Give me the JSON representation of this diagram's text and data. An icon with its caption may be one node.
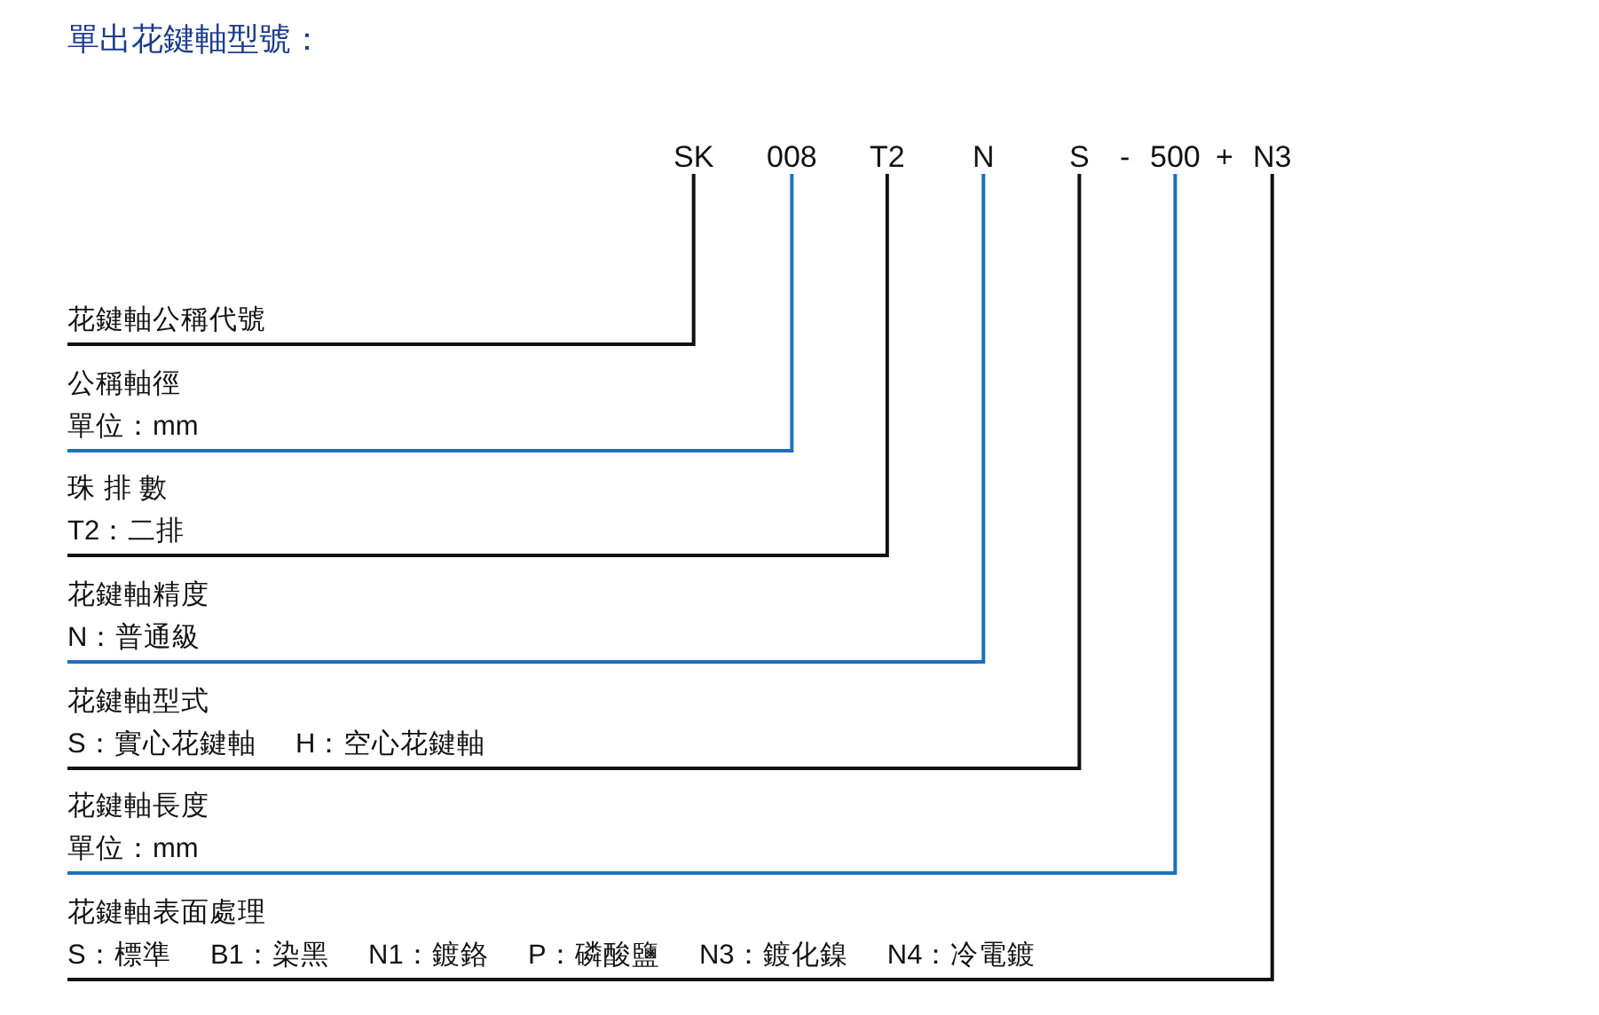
{
  "diagram": {
    "title": "單出花鍵軸型號：",
    "nodes": [
      {
        "text": [
          "SK"
        ]
      },
      {
        "text": [
          "008"
        ]
      },
      {
        "text": [
          "T2"
        ]
      },
      {
        "text": [
          "N"
        ]
      },
      {
        "text": [
          "S"
        ]
      },
      {
        "text": [
          "500"
        ]
      },
      {
        "text": [
          "N3"
        ]
      },
      {
        "text": [
          "花鍵軸公稱代號"
        ]
      },
      {
        "text": [
          "公稱軸徑",
          "單位：mm"
        ]
      },
      {
        "text": [
          "珠 排 數",
          "T2：二排"
        ]
      },
      {
        "text": [
          "花鍵軸精度",
          "N：普通級"
        ]
      },
      {
        "text": [
          "花鍵軸型式",
          "S：實心花鍵軸 H：空心花鍵軸"
        ]
      },
      {
        "text": [
          "花鍵軸長度",
          "單位：mm"
        ]
      },
      {
        "text": [
          "花鍵軸表面處理",
          "S：標準 B1：染黑 N1：鍍鉻 P：磷酸鹽 N3：鍍化鎳 N4：冷電鍍"
        ]
      }
    ],
    "edges": [
      {
        "from": 0,
        "to": 7,
        "arrow": "none"
      },
      {
        "from": 1,
        "to": 8,
        "arrow": "none",
        "color": "#1f6fbf"
      },
      {
        "from": 2,
        "to": 9,
        "arrow": "none"
      },
      {
        "from": 3,
        "to": 10,
        "arrow": "none",
        "color": "#1f6fbf"
      },
      {
        "from": 4,
        "to": 11,
        "arrow": "none"
      },
      {
        "from": 5,
        "to": 12,
        "arrow": "none",
        "color": "#1f6fbf"
      },
      {
        "from": 6,
        "to": 13,
        "arrow": "none"
      }
    ],
    "labels": [
      "-",
      "+"
    ]
  }
}
